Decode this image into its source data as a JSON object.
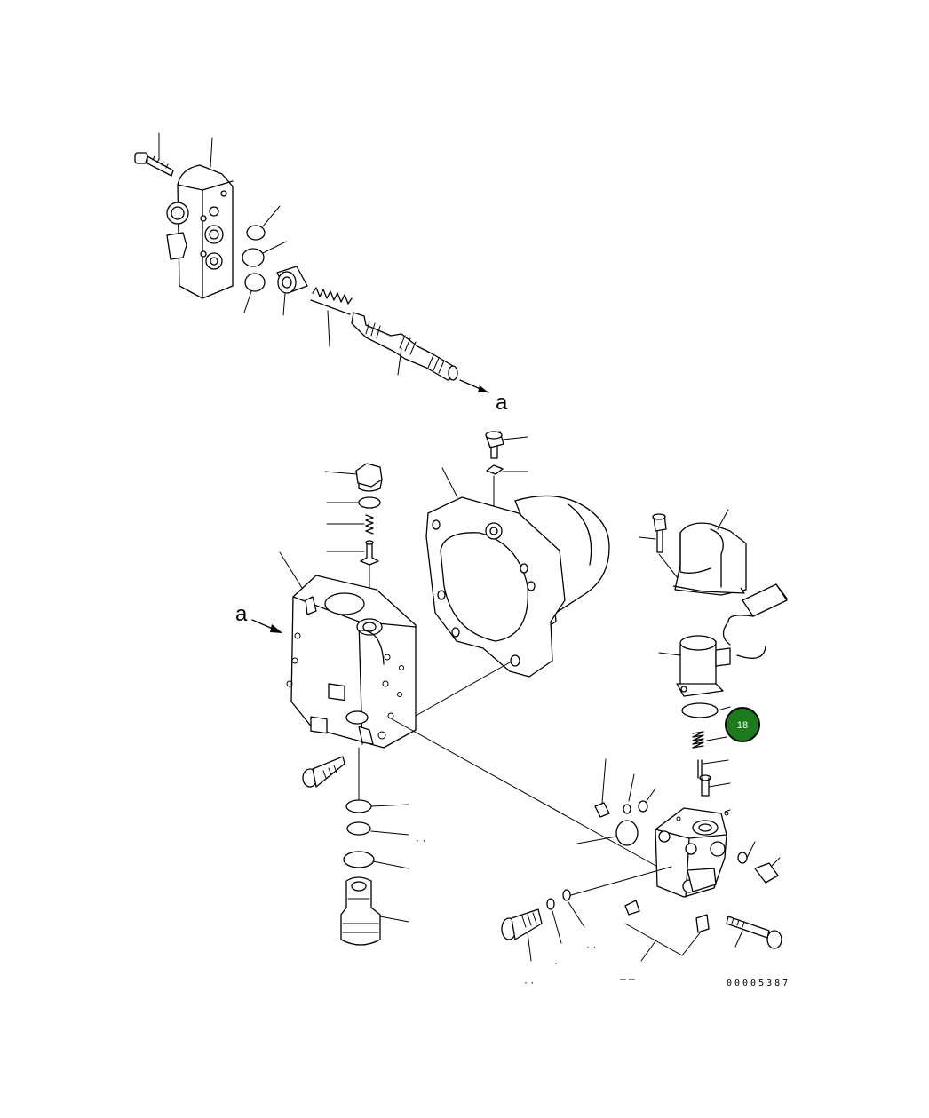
{
  "diagram": {
    "ref_mark_upper": "a",
    "ref_mark_left": "a",
    "highlight_badge": {
      "label": "18",
      "fill": "#1d7a1d",
      "ring": "#000000",
      "text_color": "#ffffff"
    },
    "drawing_code": "00005387",
    "line_color": "#000000",
    "background": "#ffffff"
  }
}
